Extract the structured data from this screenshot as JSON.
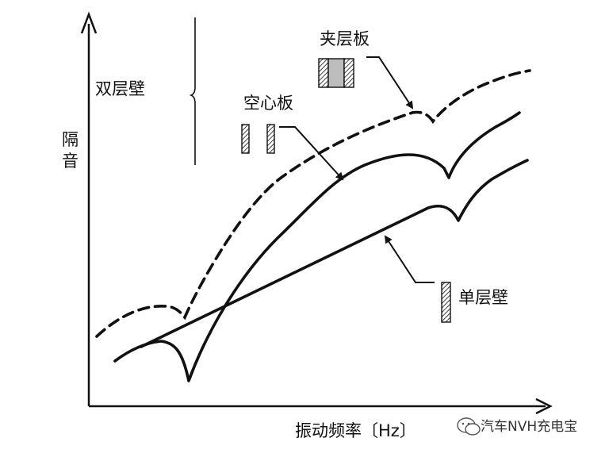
{
  "diagram": {
    "y_axis_label": [
      "隔",
      "音"
    ],
    "x_axis_label": "振动频率〔Hz〕",
    "labels": {
      "double_wall": "双层壁",
      "hollow_board": "空心板",
      "sandwich_board": "夹层板",
      "single_wall": "单层壁"
    },
    "watermark": "汽车NVH充电宝",
    "colors": {
      "line": "#111111",
      "hatch_fill": "#ffffff",
      "core_fill": "#bdbdbd"
    }
  }
}
